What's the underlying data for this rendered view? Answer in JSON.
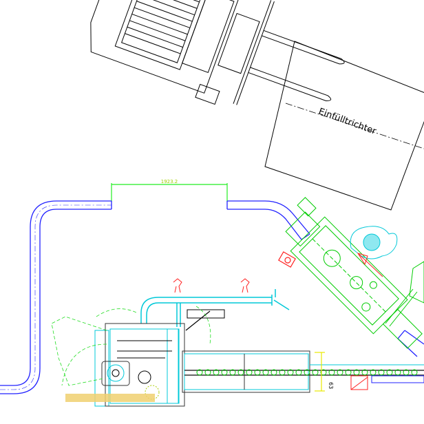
{
  "drawing": {
    "hopper_label": "Einfülltrichter",
    "dimension_width": "1923.2",
    "dimension_height": "63"
  },
  "colors": {
    "line": "#000000",
    "conveyor": "#2020ff",
    "dimension": "#22ee22",
    "machine": "#00cc00",
    "cyan": "#00c8d8",
    "warning": "#ff2020",
    "yellow": "#e8e800",
    "gold": "#f0d070"
  }
}
